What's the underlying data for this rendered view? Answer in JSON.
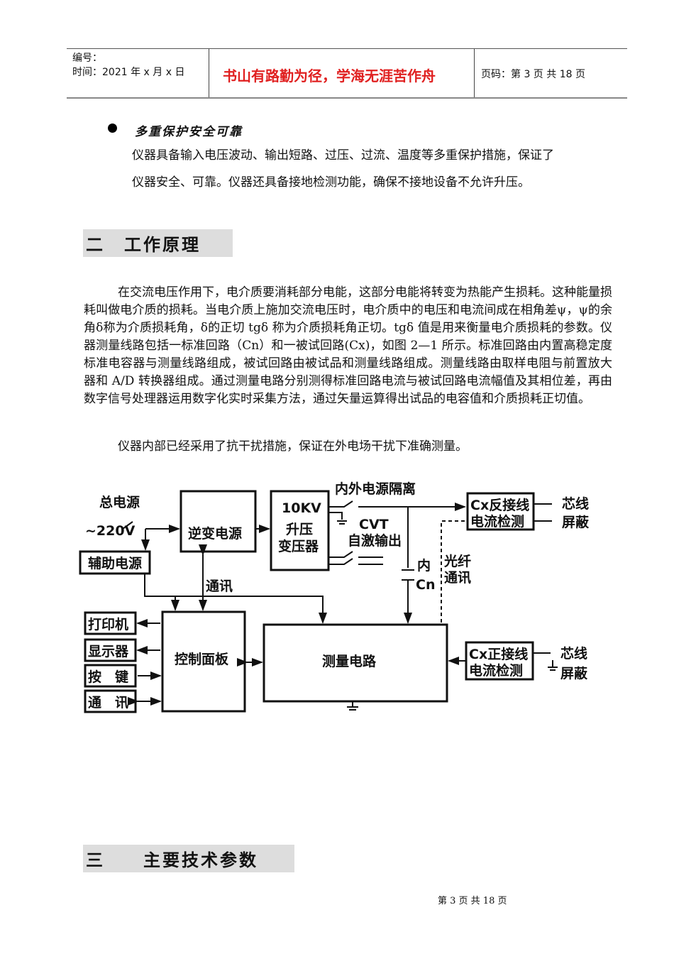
{
  "header": {
    "number_label": "编号：",
    "time_label": "时间：2021 年 x 月 x 日",
    "motto": "书山有路勤为径，学海无涯苦作舟",
    "page_label": "页码：第 3 页  共 18 页"
  },
  "feature": {
    "title": "多重保护安全可靠",
    "line1": "仪器具备输入电压波动、输出短路、过压、过流、温度等多重保护措施，保证了",
    "line2": "仪器安全、可靠。仪器还具备接地检测功能，确保不接地设备不允许升压。"
  },
  "section2": {
    "title": "二　工作原理",
    "para1": "在交流电压作用下，电介质要消耗部分电能，这部分电能将转变为热能产生损耗。这种能量损耗叫做电介质的损耗。当电介质上施加交流电压时，电介质中的电压和电流间成在相角差ψ，ψ的余角δ称为介质损耗角，δ的正切 tgδ 称为介质损耗角正切。tgδ 值是用来衡量电介质损耗的参数。仪器测量线路包括一标准回路（Cn）和一被试回路(Cx)，如图 2—1 所示。标准回路由内置高稳定度标准电容器与测量线路组成，被试回路由被试品和测量线路组成。测量线路由取样电阻与前置放大器和 A/D 转换器组成。通过测量电路分别测得标准回路电流与被试回路电流幅值及其相位差，再由数字信号处理器运用数字化实时采集方法，通过矢量运算得出试品的电容值和介质损耗正切值。",
    "para2": "仪器内部已经采用了抗干扰措施，保证在外电场干扰下准确测量。"
  },
  "diagram": {
    "main_power": "总电源",
    "v220": "~220V",
    "aux_power": "辅助电源",
    "inverter": "逆变电源",
    "kv10": "10KV",
    "step_up1": "升压",
    "step_up2": "变压器",
    "isolation": "内外电源隔离",
    "cvt": "CVT",
    "self_exc": "自激输出",
    "comm": "通讯",
    "inner": "内",
    "cn": "Cn",
    "fiber1": "光纤",
    "fiber2": "通讯",
    "cx_rev1": "Cx反接线",
    "cx_rev2": "电流检测",
    "core": "芯线",
    "shield": "屏蔽",
    "cx_fwd1": "Cx正接线",
    "cx_fwd2": "电流检测",
    "printer": "打印机",
    "display": "显示器",
    "keys": "按　键",
    "comm2": "通　讯",
    "control": "控制面板",
    "measure": "测量电路"
  },
  "section3": {
    "title": "三　　主要技术参数"
  },
  "footer": {
    "text": "第 3 页 共 18 页"
  }
}
